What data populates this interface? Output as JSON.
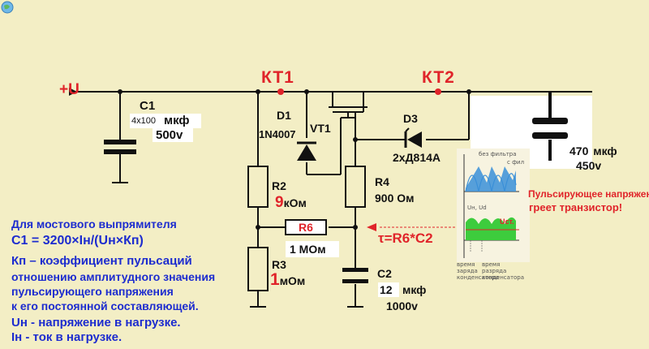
{
  "nodes": {
    "kt1": "КТ1",
    "kt2": "КТ2",
    "supply": "+U"
  },
  "components": {
    "c1": {
      "name": "C1",
      "value1": "4x100",
      "value2": "мкф",
      "voltage": "500v"
    },
    "d1": {
      "name": "D1",
      "part": "1N4007"
    },
    "vt1": {
      "name": "VT1"
    },
    "d3": {
      "name": "D3",
      "part": "2хД814А"
    },
    "r2": {
      "name": "R2",
      "value_num": "9",
      "value_unit": "кОм"
    },
    "r4": {
      "name": "R4",
      "value": "900 Ом"
    },
    "r6": {
      "name": "R6",
      "value": "1 МОм"
    },
    "r3": {
      "name": "R3",
      "value_num": "1",
      "value_unit": "мОм"
    },
    "c2": {
      "name": "C2",
      "value": "12",
      "value_unit": "мкф",
      "voltage": "1000v"
    },
    "cout": {
      "value": "470",
      "value_unit": "мкф",
      "voltage": "450v"
    }
  },
  "formula_tau": "τ=R6*C2",
  "notes": {
    "pulsating_line1": "Пульсирующее напряжение",
    "pulsating_line2": "греет транзистор!"
  },
  "scope": {
    "label_top": "без фильтра",
    "label_top_right": "с фил",
    "label_mid": "Uн, Ud",
    "label_ust": "Uст.",
    "label_bottom1": "время заряда\nконденсатора",
    "label_bottom2": "время разряда\nконденсатора"
  },
  "explanation": {
    "line1": "Для мостового выпрямителя",
    "formula": "С1 = 3200×Iн/(Uн×Кп)",
    "line3": "Кп – коэффициент пульсаций",
    "line4": "отношению амплитудного значения",
    "line5": "пульсирующего напряжения",
    "line6": "к его постоянной составляющей.",
    "line7": "Uн - напряжение в нагрузке.",
    "line8": "Iн - ток в нагрузке."
  },
  "colors": {
    "background": "#f3eec5",
    "accent_red": "#e0242a",
    "text_blue": "#1d2ccf",
    "scope_green": "#3dcc3d",
    "scope_blue": "#3a8fd8"
  }
}
